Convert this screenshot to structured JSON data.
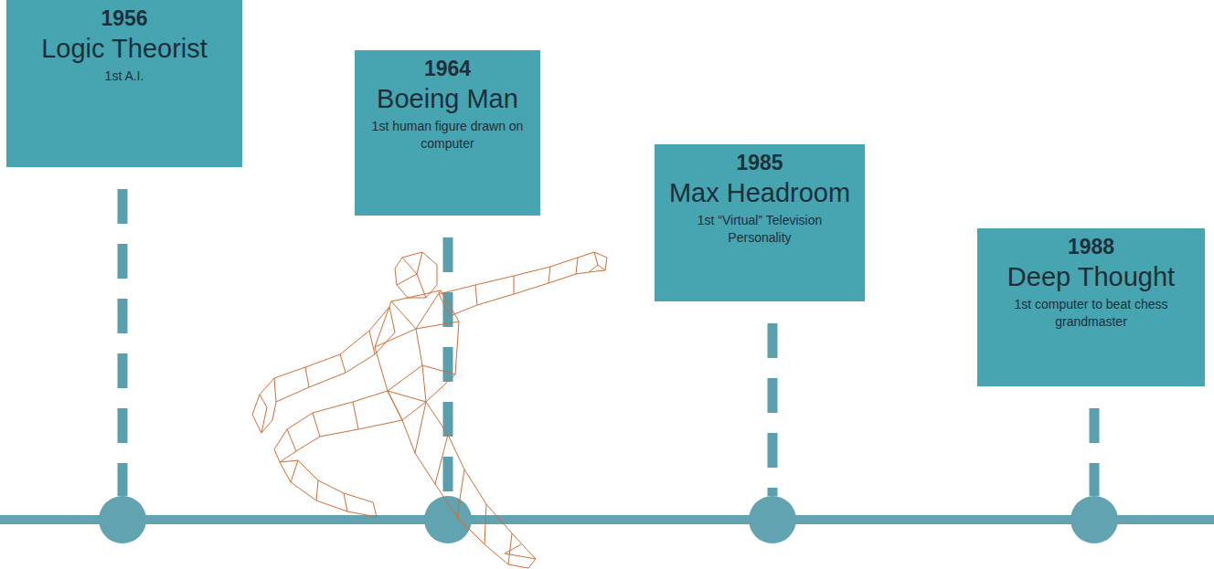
{
  "diagram": {
    "nodes": [
      {
        "text": [
          "1956",
          "Logic Theorist",
          "1st A.I."
        ]
      },
      {
        "text": [
          "1964",
          "Boeing Man",
          "1st human figure drawn on computer"
        ]
      },
      {
        "text": [
          "1985",
          "Max Headroom",
          "1st “Virtual” Television Personality"
        ]
      },
      {
        "text": [
          "1988",
          "Deep Thought",
          "1st computer to beat chess grandmaster"
        ]
      }
    ]
  }
}
